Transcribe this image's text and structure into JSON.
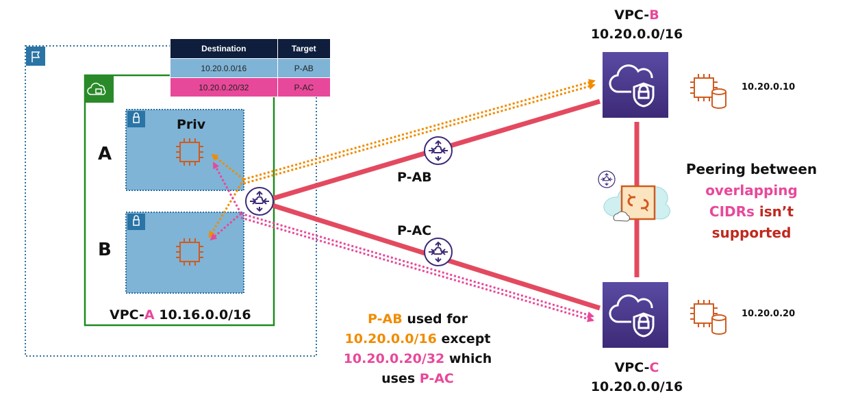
{
  "route_table": {
    "headers": [
      "Destination",
      "Target"
    ],
    "rows": [
      {
        "destination": "10.20.0.0/16",
        "target": "P-AB"
      },
      {
        "destination": "10.20.0.20/32",
        "target": "P-AC"
      }
    ]
  },
  "vpc_a": {
    "prefix": "VPC-",
    "letter": "A",
    "cidr": "10.16.0.0/16"
  },
  "subnets": {
    "top_label": "Priv",
    "row_a": "A",
    "row_b": "B"
  },
  "vpc_b": {
    "prefix": "VPC-",
    "letter": "B",
    "cidr": "10.20.0.0/16",
    "instance_ip": "10.20.0.10"
  },
  "vpc_c": {
    "prefix": "VPC-",
    "letter": "C",
    "cidr": "10.20.0.0/16",
    "instance_ip": "10.20.0.20"
  },
  "peering": {
    "ab_label": "P-AB",
    "ac_label": "P-AC"
  },
  "note": {
    "line1_a": "P-AB",
    "line1_b": " used for",
    "line2_a": "10.20.0.0/16",
    "line2_b": " except",
    "line3_a": "10.20.0.20/32",
    "line3_b": " which",
    "line4_a": "uses ",
    "line4_b": "P-AC"
  },
  "warning": {
    "line1": "Peering between",
    "line2": "overlapping",
    "line3_a": "CIDRs",
    "line3_b": " isn’t",
    "line4": "supported"
  },
  "colors": {
    "orange": "#f08c00",
    "pink": "#e8489a",
    "red": "#c0281e",
    "green": "#1e8a1e",
    "purple": "#3d2a77"
  }
}
